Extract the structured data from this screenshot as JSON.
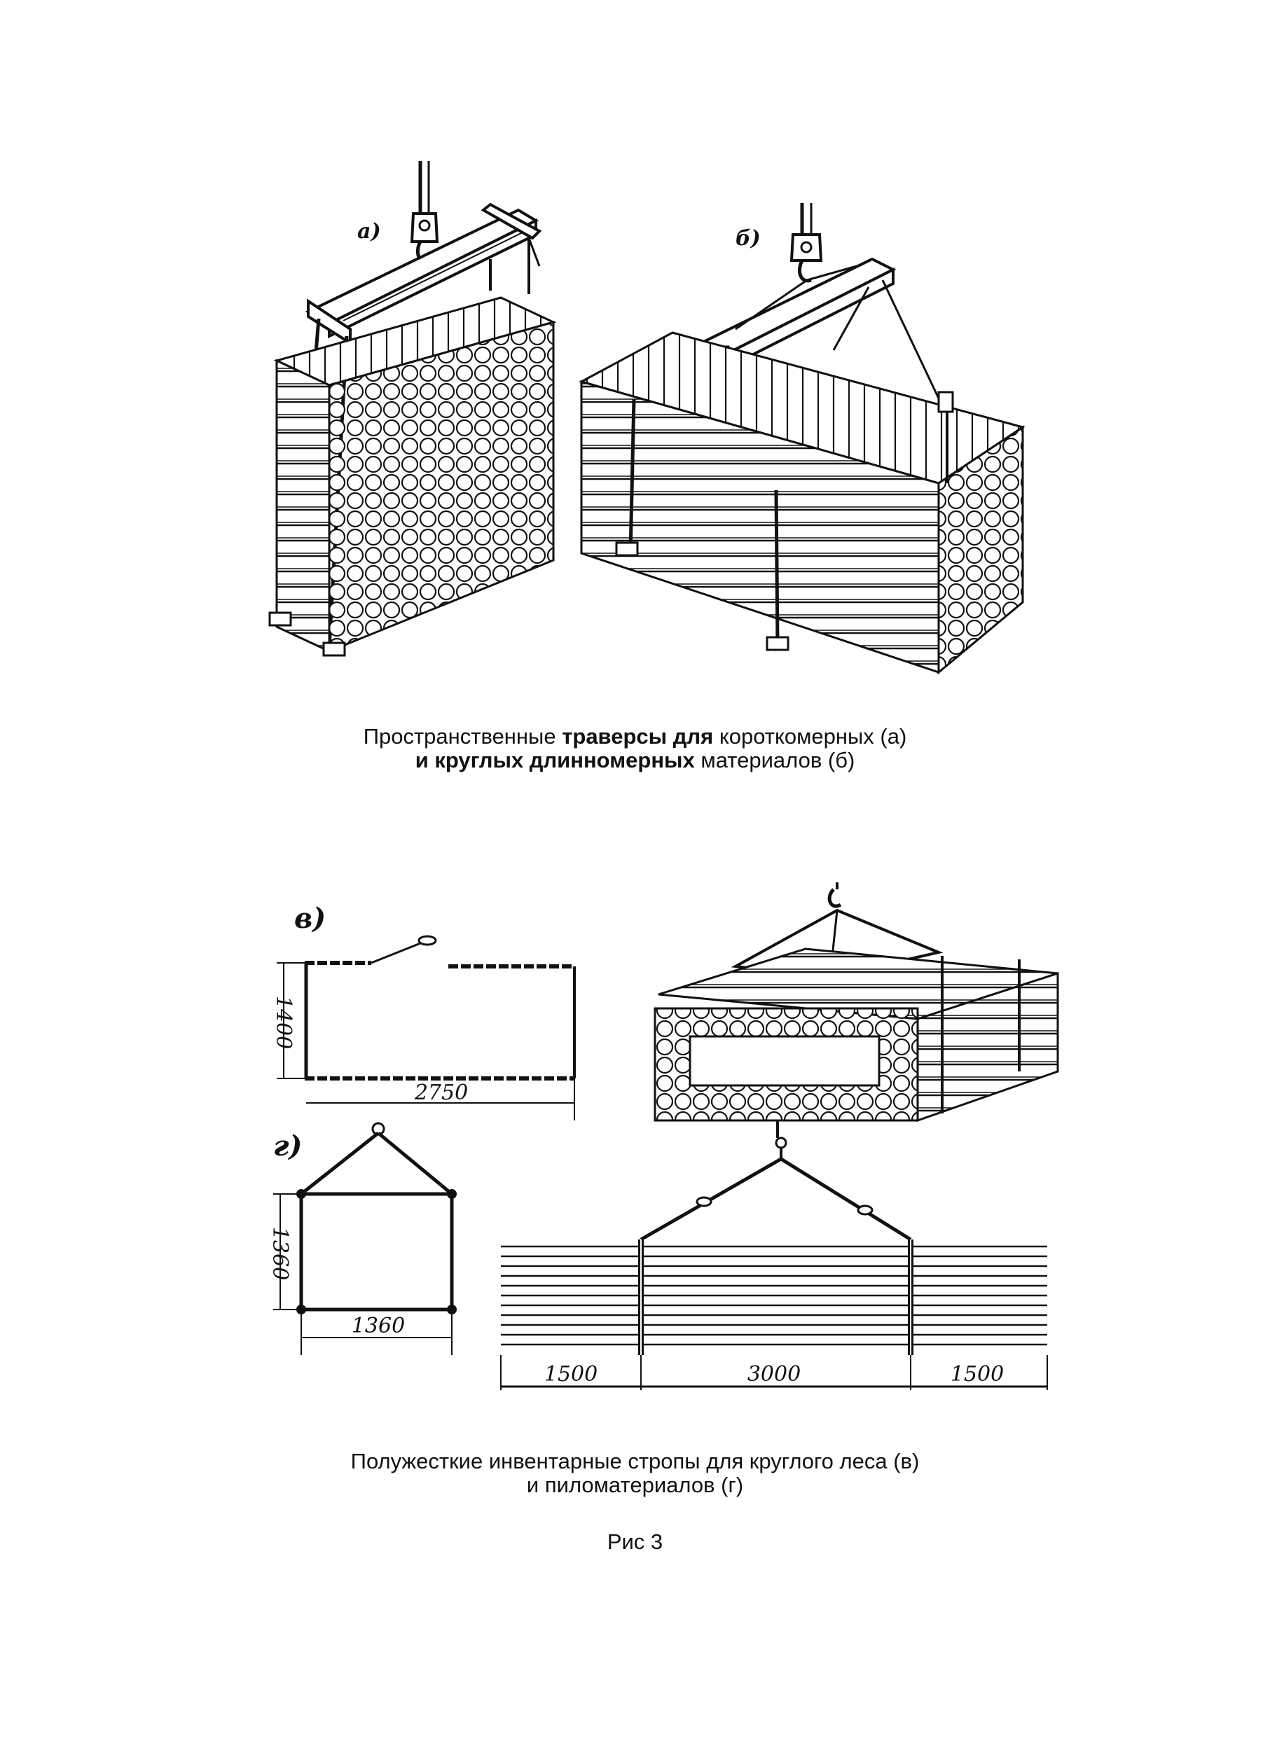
{
  "figure_top": {
    "label_a": "а)",
    "label_b": "б)",
    "caption": {
      "line1_part1": "Пространственные",
      "line1_part2": "траверсы для",
      "line1_part3": "короткомерных (а)",
      "line2_part1": "и круглых длинномерных",
      "line2_part2": "материалов (б)"
    }
  },
  "figure_bottom": {
    "label_v": "в)",
    "label_g": "г)",
    "dims": {
      "v_height": "1400",
      "v_width": "2750",
      "g_height": "1360",
      "g_width": "1360",
      "lumber_left": "1500",
      "lumber_mid": "3000",
      "lumber_right": "1500"
    },
    "caption": {
      "line1": "Полужесткие инвентарные стропы для круглого леса (в)",
      "line2": "и пиломатериалов (г)"
    }
  },
  "figure_number": "Рис 3"
}
